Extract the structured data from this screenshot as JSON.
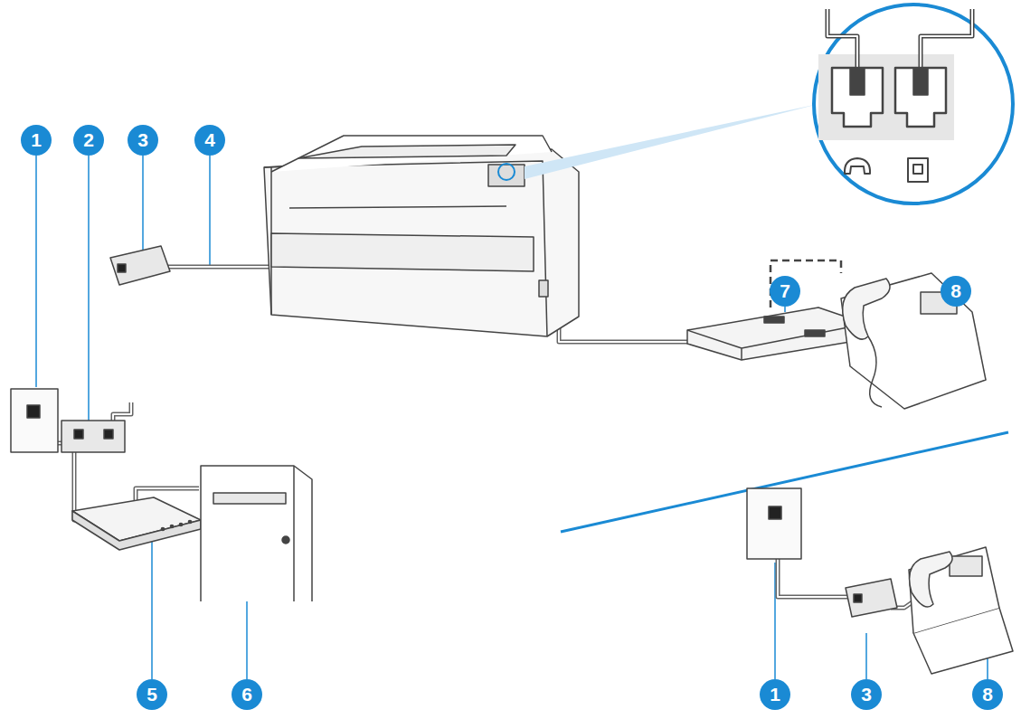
{
  "diagram": {
    "labels": [
      "1",
      "2",
      "3",
      "4",
      "7",
      "8",
      "5",
      "6",
      "1",
      "3",
      "8"
    ]
  }
}
